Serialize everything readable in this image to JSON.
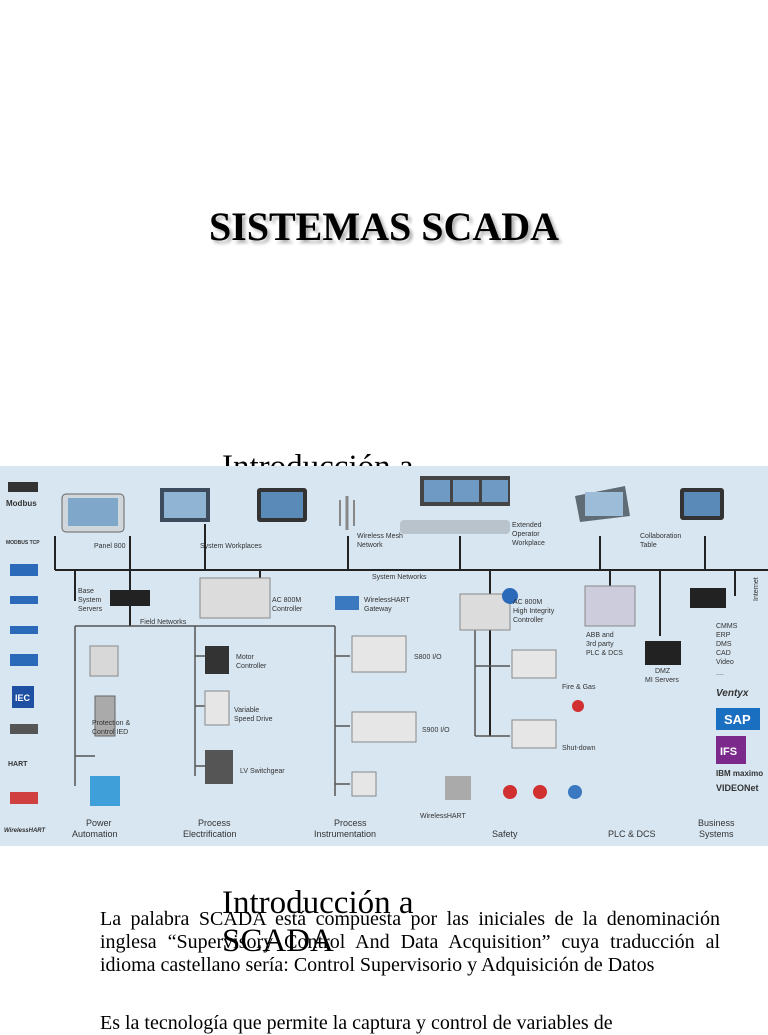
{
  "slide": {
    "title": "SISTEMAS SCADA",
    "heading_ghost": "Introducción a",
    "heading_line1": "Introducción a",
    "heading_line2": "SCADA",
    "paragraph": "La palabra SCADA está compuesta por las iniciales de la denominación inglesa “Supervisory Control And Data Acquisition” cuya traducción al idioma castellano sería: Control Supervisorio y Adquisición de Datos",
    "paragraph2": "Es la tecnología que permite la captura y control de variables de"
  },
  "diagram": {
    "logos": [
      "Modbus",
      "MODBUS TCP",
      "IEC",
      "HART",
      "WirelessHART"
    ],
    "labels": {
      "panel800": "Panel 800",
      "system_workplaces": "System Workplaces",
      "wireless_mesh": "Wireless Mesh",
      "network": "Network",
      "extended": "Extended",
      "operator": "Operator",
      "workplace": "Workplace",
      "collaboration": "Collaboration",
      "table": "Table",
      "system_networks": "System Networks",
      "internet": "Internet",
      "base": "Base",
      "system": "System",
      "servers": "Servers",
      "field_networks": "Field Networks",
      "ac800m": "AC 800M",
      "controller": "Controller",
      "wirelesshart": "WirelessHART",
      "gateway": "Gateway",
      "ac800m_hi": "AC 800M",
      "high_integrity": "High Integrity",
      "controller2": "Controller",
      "abb_and": "ABB and",
      "third_party": "3rd party",
      "plc_dcs_small": "PLC & DCS",
      "dmz": "DMZ",
      "mi_servers": "MI Servers",
      "cmms": "CMMS",
      "erp": "ERP",
      "dms": "DMS",
      "cad": "CAD",
      "video": "Video",
      "dots": "....",
      "motor": "Motor",
      "controller3": "Controller",
      "variable": "Variable",
      "speed_drive": "Speed Drive",
      "lv_switchgear": "LV Switchgear",
      "protection": "Protection &",
      "control_ied": "Control IED",
      "s800": "S800 I/O",
      "s900": "S900 I/O",
      "wirelesshart2": "WirelessHART",
      "fire_gas": "Fire & Gas",
      "shutdown": "Shut-down",
      "power": "Power",
      "automation": "Automation",
      "process1": "Process",
      "electrification": "Electrification",
      "process2": "Process",
      "instrumentation": "Instrumentation",
      "safety": "Safety",
      "plc_dcs": "PLC & DCS",
      "business": "Business",
      "systems": "Systems",
      "ventyx": "Ventyx",
      "sap": "SAP",
      "ifs": "IFS",
      "ibm": "IBM maximo",
      "videonet": "VIDEONet"
    }
  }
}
